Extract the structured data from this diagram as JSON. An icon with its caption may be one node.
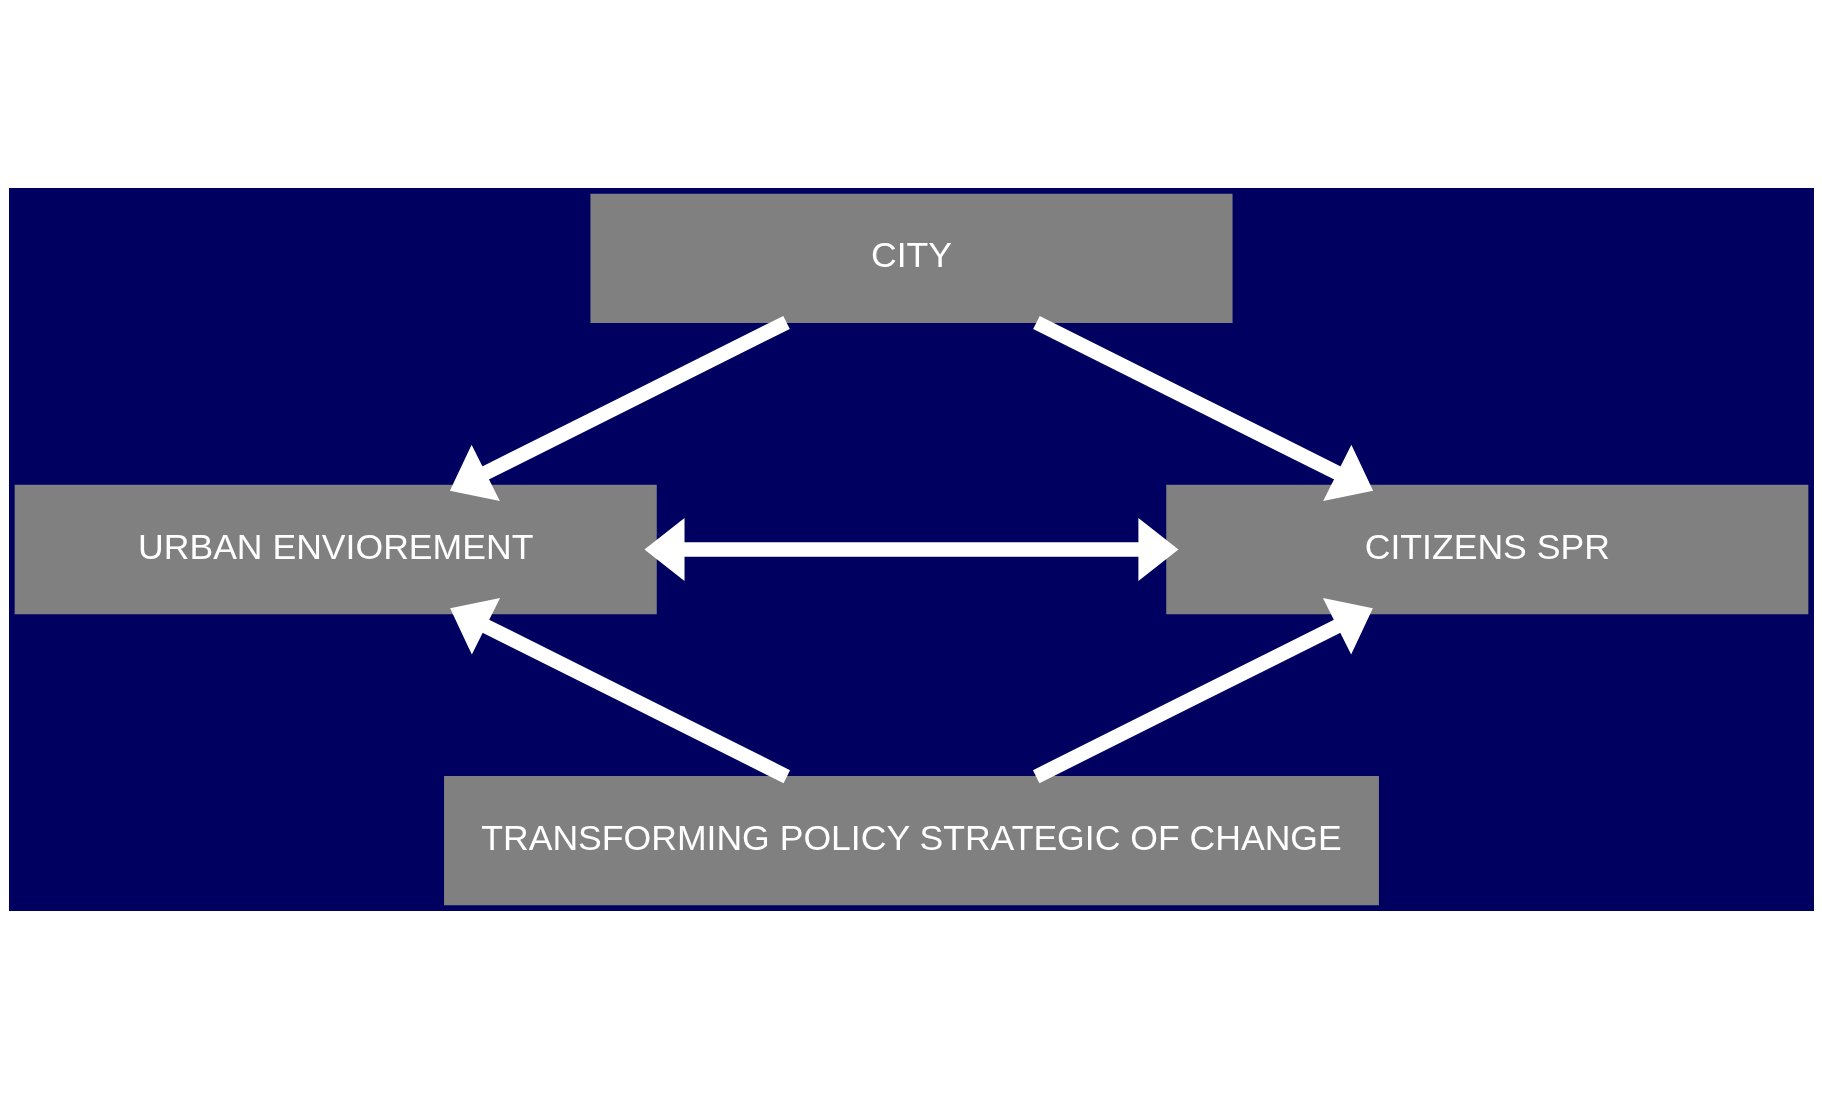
{
  "diagram": {
    "nodes": [
      {
        "text": [
          "CITY"
        ]
      },
      {
        "text": [
          "URBAN ENVIOREMENT"
        ]
      },
      {
        "text": [
          "CITIZENS SPR"
        ]
      },
      {
        "text": [
          "TRANSFORMING POLICY STRATEGIC OF CHANGE"
        ]
      }
    ],
    "edges": [
      {
        "from": 0,
        "to": 1,
        "arrow": "to"
      },
      {
        "from": 0,
        "to": 2,
        "arrow": "to"
      },
      {
        "from": 1,
        "to": 2,
        "arrow": "both"
      },
      {
        "from": 3,
        "to": 1,
        "arrow": "to"
      },
      {
        "from": 3,
        "to": 2,
        "arrow": "to"
      }
    ]
  }
}
